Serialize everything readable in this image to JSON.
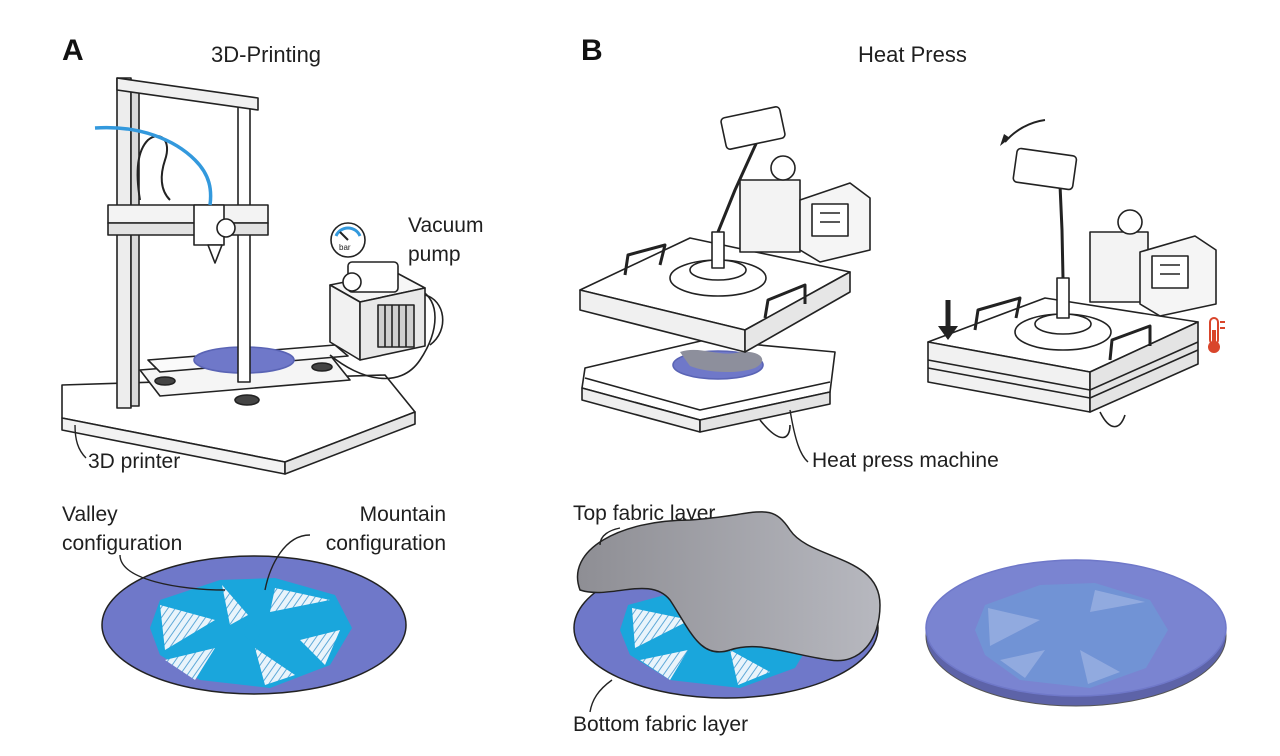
{
  "panel_a": {
    "letter": "A",
    "title": "3D-Printing",
    "labels": {
      "vacuum_pump_line1": "Vacuum",
      "vacuum_pump_line2": "pump",
      "printer": "3D printer",
      "valley_line1": "Valley",
      "valley_line2": "configuration",
      "mountain_line1": "Mountain",
      "mountain_line2": "configuration"
    },
    "gauge_unit": "bar"
  },
  "panel_b": {
    "letter": "B",
    "title": "Heat Press",
    "labels": {
      "heat_press_machine": "Heat press machine",
      "top_fabric": "Top fabric layer",
      "bottom_fabric": "Bottom fabric layer"
    }
  },
  "colors": {
    "disc": "#6f78c9",
    "pattern_blue": "#1aa6dc",
    "filament": "#3399dd",
    "fabric_gray": "#9a9aa0",
    "thermometer": "#d9452b",
    "line": "#222222"
  }
}
